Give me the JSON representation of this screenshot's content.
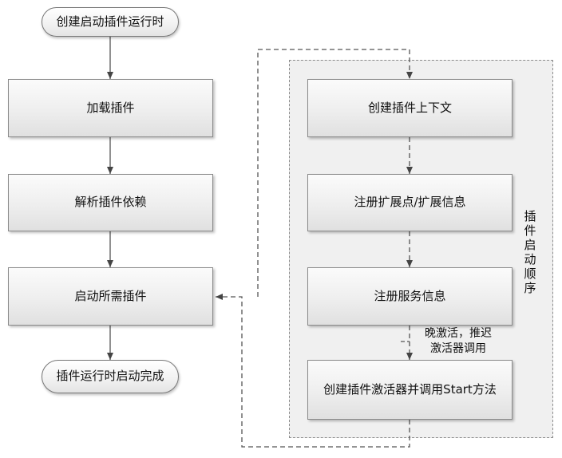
{
  "nodes": {
    "create_runtime": "创建启动插件运行时",
    "load_plugins": "加载插件",
    "parse_deps": "解析插件依赖",
    "start_required": "启动所需插件",
    "runtime_done": "插件运行时启动完成",
    "create_context": "创建插件上下文",
    "register_ext": "注册扩展点/扩展信息",
    "register_service": "注册服务信息",
    "create_activator": "创建插件激活器并调用Start方法"
  },
  "group_label": "插件启动顺序",
  "edge_labels": {
    "lazy_activation_line1": "晚激活，推迟",
    "lazy_activation_line2": "激活器调用"
  },
  "colors": {
    "stroke": "#555555",
    "group_border": "#8c8c8c",
    "group_fill": "#f0f0f0"
  }
}
